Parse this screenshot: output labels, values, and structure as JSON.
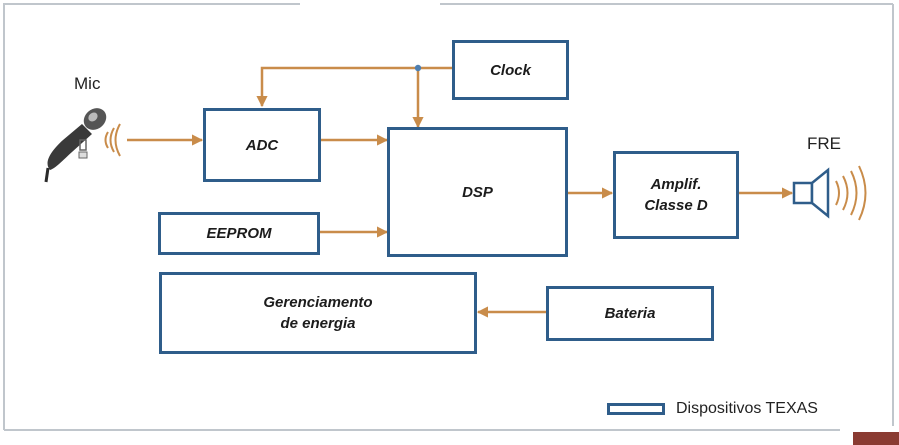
{
  "colors": {
    "box_border": "#2f5d8a",
    "connector": "#c98c4a",
    "frame": "#c0c6cc",
    "tab": "#8a3b32"
  },
  "labels": {
    "mic": "Mic",
    "speaker": "FRE",
    "legend": "Dispositivos TEXAS"
  },
  "blocks": {
    "adc": "ADC",
    "clock": "Clock",
    "dsp": "DSP",
    "eeprom": "EEPROM",
    "amp": "Amplif.\nClasse D",
    "power": "Gerenciamento\nde energia",
    "battery": "Bateria"
  },
  "icons": {
    "mic": "microphone-icon",
    "speaker": "speaker-icon"
  }
}
